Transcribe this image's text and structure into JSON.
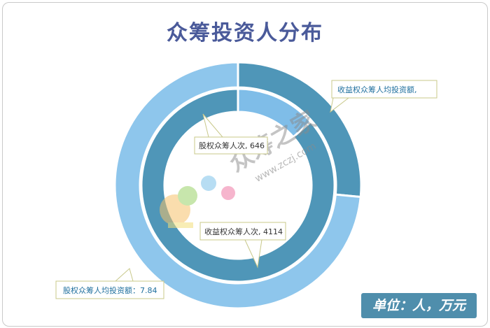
{
  "chart_data": {
    "type": "pie",
    "title": "众筹投资人分布",
    "rings": [
      {
        "ring": "inner",
        "slices": [
          {
            "label": "股权众筹人次",
            "value": 646,
            "color": "#7fbde8"
          },
          {
            "label": "收益权众筹人次",
            "value": 4114,
            "color": "#4f96b8"
          }
        ]
      },
      {
        "ring": "outer",
        "slices": [
          {
            "label": "收益权众筹人均投资额",
            "value": null,
            "color": "#4f96b8"
          },
          {
            "label": "股权众筹人均投资额",
            "value": 7.84,
            "color": "#8ec6ec"
          }
        ],
        "outer_share_of_first_slice": 0.265
      }
    ],
    "labels": {
      "inner_equity": "股权众筹人次, 646",
      "inner_revenue": "收益权众筹人次, 4114",
      "outer_revenue": "收益权众筹人均投资额,",
      "outer_equity": "股权众筹人均投资额：7.84"
    },
    "unit": "单位：人，万元"
  },
  "watermark": {
    "logo_text": "众筹之家",
    "url": "www.zczj.com"
  }
}
